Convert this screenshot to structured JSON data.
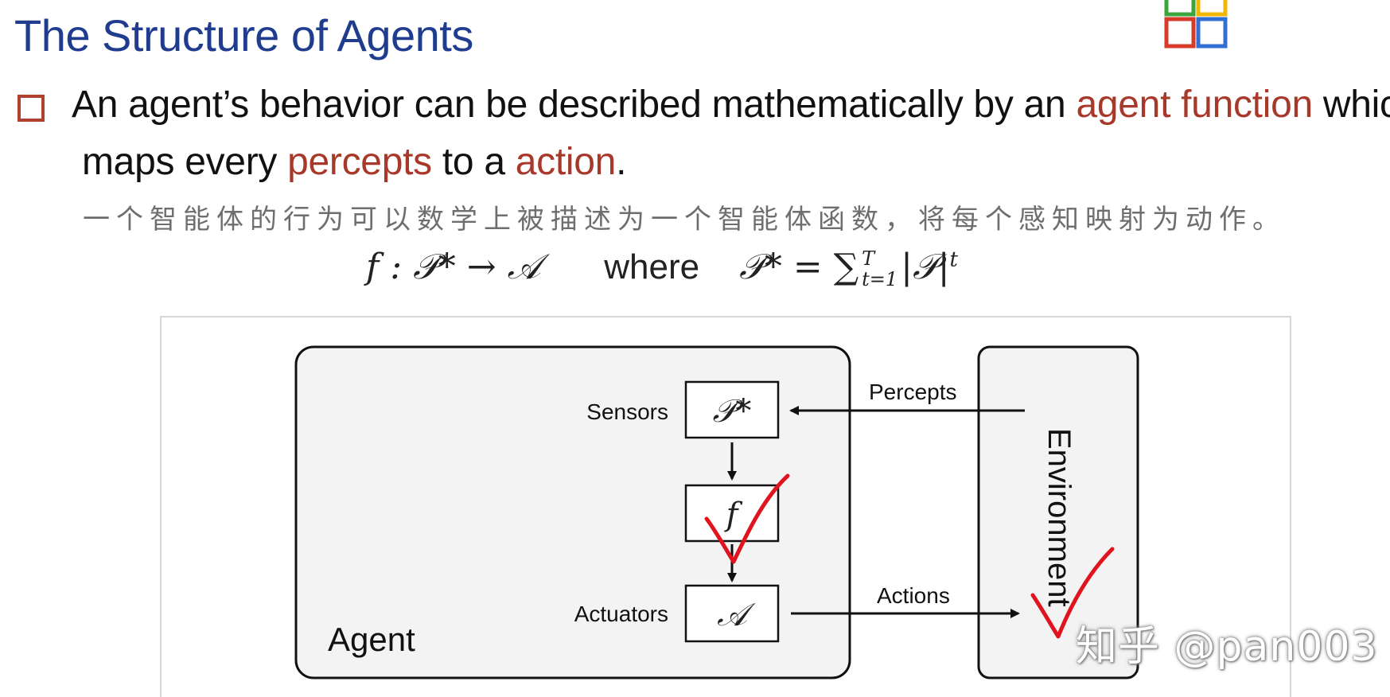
{
  "slide": {
    "title": "The Structure of Agents",
    "bullet": {
      "part1": "An agent’s behavior can be described mathematically by an ",
      "agent_function": "agent function",
      "part2": " which",
      "part3": "maps every ",
      "percepts": "percepts",
      "part4": " to a ",
      "action": "action",
      "part5": "."
    },
    "chinese_line": "一个智能体的行为可以数学上被描述为一个智能体函数，将每个感知映射为动作。",
    "formula": {
      "lhs": "f : 𝒫* → 𝒜",
      "where": "where",
      "rhs": "𝒫* = ∑",
      "sum_upper": "T",
      "sum_lower": "t=1",
      "rhs_tail": "|𝒫|",
      "rhs_exp": "t"
    }
  },
  "diagram": {
    "agent_label": "Agent",
    "environment_label": "Environment",
    "sensors_label": "Sensors",
    "actuators_label": "Actuators",
    "percepts_label": "Percepts",
    "actions_label": "Actions",
    "box_percept_space": "𝒫*",
    "box_function": "f",
    "box_action_space": "𝒜"
  },
  "watermark": "知乎 @pan003",
  "colors": {
    "title": "#1f3c8f",
    "highlight": "#a8392a",
    "checkmark": "#e0141e",
    "logo_green": "#3aa53a",
    "logo_yellow": "#f2b705",
    "logo_red": "#d83a2a",
    "logo_blue": "#2f6fd6"
  }
}
